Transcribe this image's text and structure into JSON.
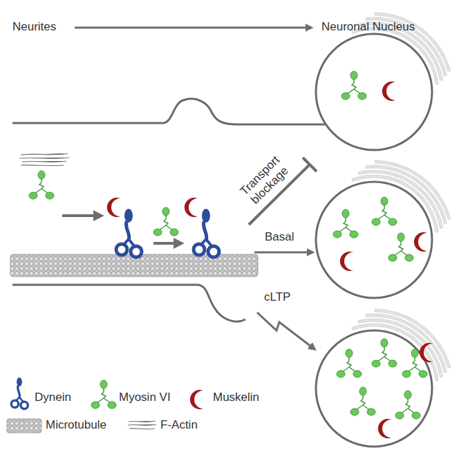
{
  "diagram": {
    "labels": [
      "Neurites",
      "Neuronal Nucleus",
      "Transport blockage",
      "Basal",
      "cLTP"
    ],
    "legend": [
      {
        "text": "Dynein"
      },
      {
        "text": "Myosin VI"
      },
      {
        "text": "Muskelin"
      },
      {
        "text": "Microtubule"
      },
      {
        "text": "F-Actin"
      }
    ]
  }
}
